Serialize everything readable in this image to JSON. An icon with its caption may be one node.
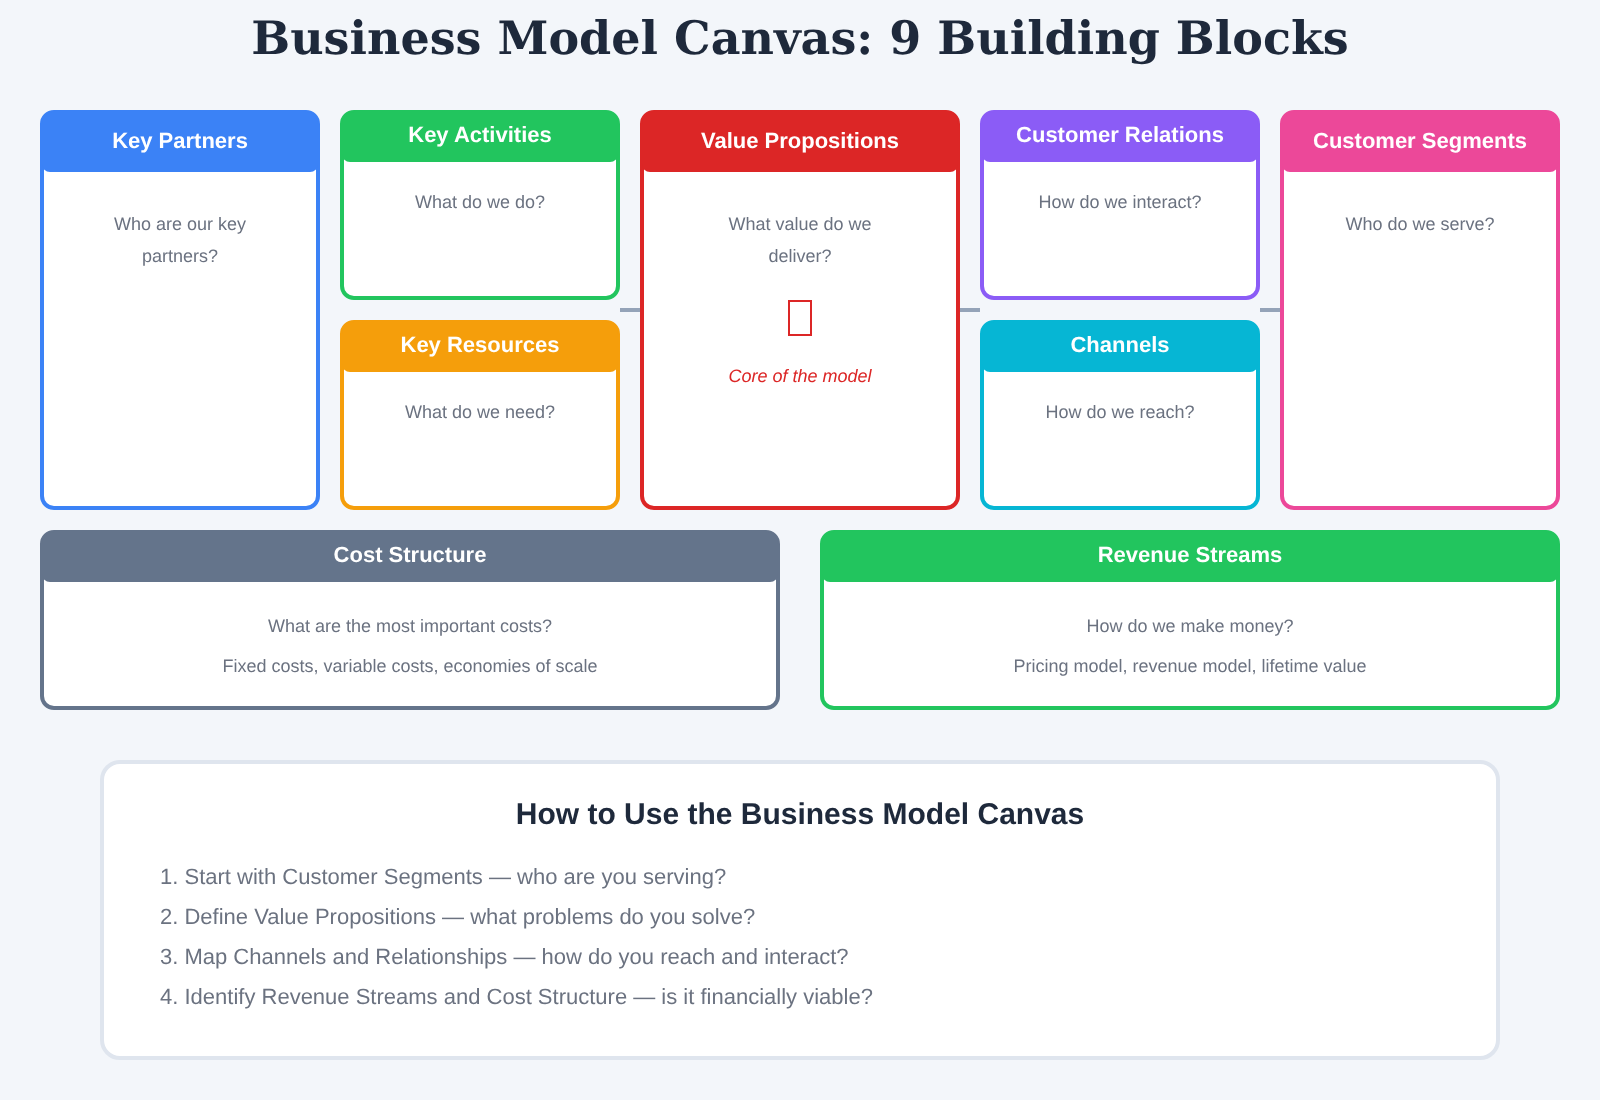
{
  "diagram": {
    "title": "Business Model Canvas: 9 Building Blocks",
    "nodes": [
      {
        "text": [
          "Key Partners",
          "Who are our key partners?"
        ]
      },
      {
        "text": [
          "Key Activities",
          "What do we do?"
        ]
      },
      {
        "text": [
          "Key Resources",
          "What do we need?"
        ]
      },
      {
        "text": [
          "Value Propositions",
          "What value do we deliver?",
          "Core of the model"
        ]
      },
      {
        "text": [
          "Customer Relations",
          "How do we interact?"
        ]
      },
      {
        "text": [
          "Channels",
          "How do we reach?"
        ]
      },
      {
        "text": [
          "Customer Segments",
          "Who do we serve?"
        ]
      },
      {
        "text": [
          "Cost Structure",
          "What are the most important costs?",
          "Fixed costs, variable costs, economies of scale"
        ]
      },
      {
        "text": [
          "Revenue Streams",
          "How do we make money?",
          "Pricing model, revenue model, lifetime value"
        ]
      },
      {
        "text": [
          "How to Use the Business Model Canvas",
          "1. Start with Customer Segments — who are you serving?",
          "2. Define Value Propositions — what problems do you solve?",
          "3. Map Channels and Relationships — how do you reach and interact?",
          "4. Identify Revenue Streams and Cost Structure — is it financially viable?"
        ]
      }
    ],
    "edges": [
      {
        "from": 1,
        "to": 3,
        "arrow": "none"
      },
      {
        "from": 3,
        "to": 4,
        "arrow": "none"
      },
      {
        "from": 4,
        "to": 6,
        "arrow": "none"
      }
    ]
  }
}
